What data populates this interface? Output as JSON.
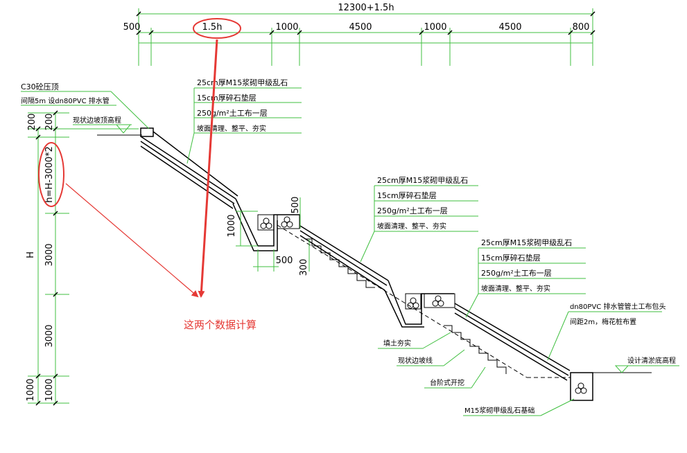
{
  "colors": {
    "dimension_line": "#3fbf3f",
    "annotation": "#e53935",
    "structure": "#000000"
  },
  "top_dimensions": {
    "overall": "12300+1.5h",
    "segments": [
      "500",
      "1.5h",
      "1000",
      "4500",
      "1000",
      "4500",
      "800"
    ]
  },
  "left_dimensions": {
    "top_200_a": "200",
    "top_200_b": "200",
    "h_formula": "h=H-3000*2",
    "h_total": "H",
    "seg_3000_a": "3000",
    "seg_3000_b": "3000",
    "bottom_1000_a": "1000",
    "bottom_1000_b": "1000"
  },
  "top_left_labels": {
    "cap": "C30砼压顶",
    "drain": "间隔5m 设dn80PVC 排水管",
    "crest": "现状边坡顶高程"
  },
  "layer_group_1": [
    "25cm厚M15浆砌甲级乱石",
    "15cm厚碎石垫层",
    "250g/m²土工布一层",
    "坡面清理、整平、夯实"
  ],
  "layer_group_2": [
    "25cm厚M15浆砌甲级乱石",
    "15cm厚碎石垫层",
    "250g/m²土工布一层",
    "坡面清理、整平、夯实"
  ],
  "layer_group_3": [
    "25cm厚M15浆砌甲级乱石",
    "15cm厚碎石垫层",
    "250g/m²土工布一层",
    "坡面清理、整平、夯实"
  ],
  "berm_dims": {
    "depth": "1000",
    "width": "500",
    "rise": "500",
    "step": "300"
  },
  "right_labels": {
    "drain_head_1": "dn80PVC 排水管管土工布包头",
    "drain_head_2": "间距2m，梅花桩布置",
    "bottom_elev": "设计清淤底高程"
  },
  "lower_labels": {
    "fill": "填土夯实",
    "existing": "现状边坡线",
    "excavation": "台阶式开挖",
    "foundation": "M15浆砌甲级乱石基础"
  },
  "annotation": {
    "note": "这两个数据计算"
  }
}
